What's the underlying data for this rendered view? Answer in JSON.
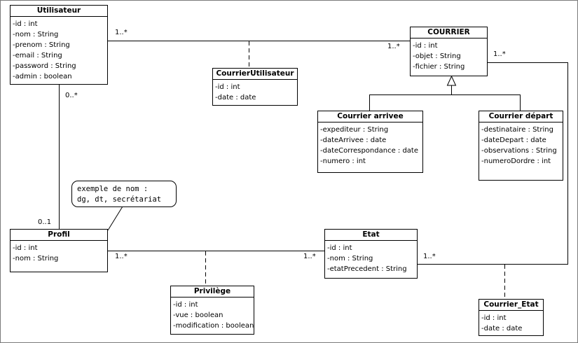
{
  "classes": {
    "utilisateur": {
      "name": "Utilisateur",
      "attrs": [
        "-id : int",
        "-nom : String",
        "-prenom : String",
        "-email : String",
        "-password : String",
        "-admin : boolean"
      ]
    },
    "courrier": {
      "name": "COURRIER",
      "attrs": [
        "-id : int",
        "-objet : String",
        "-fichier : String"
      ]
    },
    "courrier_utilisateur": {
      "name": "CourrierUtilisateur",
      "attrs": [
        "-id : int",
        "-date : date"
      ]
    },
    "courrier_arrivee": {
      "name": "Courrier arrivee",
      "attrs": [
        "-expediteur : String",
        "-dateArrivee : date",
        "-dateCorrespondance : date",
        "-numero : int"
      ]
    },
    "courrier_depart": {
      "name": "Courrier départ",
      "attrs": [
        "-destinataire : String",
        "-dateDepart : date",
        "-observations : String",
        "-numeroDordre : int"
      ]
    },
    "profil": {
      "name": "Profil",
      "attrs": [
        "-id : int",
        "-nom : String"
      ]
    },
    "etat": {
      "name": "Etat",
      "attrs": [
        "-id : int",
        "-nom : String",
        "-etatPrecedent : String"
      ]
    },
    "privilege": {
      "name": "Privilège",
      "attrs": [
        "-id : int",
        "-vue : boolean",
        "-modification : boolean"
      ]
    },
    "courrier_etat": {
      "name": "Courrier_Etat",
      "attrs": [
        "-id : int",
        "-date : date"
      ]
    }
  },
  "note": {
    "lines": [
      "exemple de nom :",
      "dg, dt, secrétariat"
    ]
  },
  "multiplicities": {
    "utilisateur_courrier": "1..*",
    "courrier_utilisateur_end": "1..*",
    "utilisateur_profil": "0..*",
    "profil_utilisateur": "0..1",
    "courrier_etat": "1..*",
    "profil_etat": "1..*",
    "etat_profil": "1..*",
    "etat_courrier": "1..*"
  },
  "colors": {
    "line": "#000000",
    "background": "#ffffff",
    "frame": "#7a7a7a"
  }
}
